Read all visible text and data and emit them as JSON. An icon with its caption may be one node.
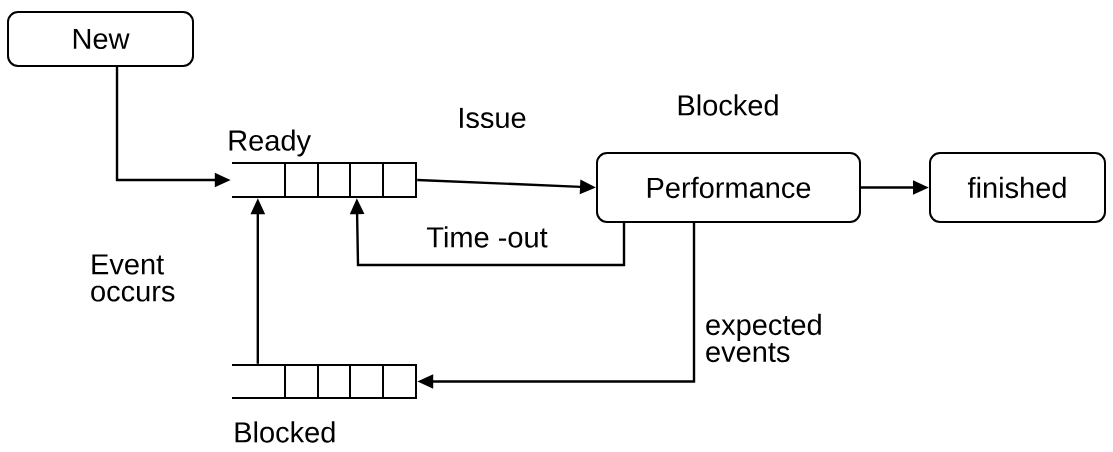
{
  "diagram": {
    "nodes": [
      {
        "text": [
          "New"
        ]
      },
      {
        "text": [
          "Ready"
        ]
      },
      {
        "text": [
          "Performance"
        ]
      },
      {
        "text": [
          "finished"
        ]
      },
      {
        "text": [
          "Blocked"
        ]
      }
    ],
    "edges": [
      {
        "from": 0,
        "to": 1,
        "arrow": "to"
      },
      {
        "from": 1,
        "to": 2,
        "arrow": "to",
        "label": "Issue"
      },
      {
        "from": 2,
        "to": 1,
        "arrow": "to",
        "label": "Time -out"
      },
      {
        "from": 2,
        "to": 3,
        "arrow": "to"
      },
      {
        "from": 2,
        "to": 4,
        "arrow": "to",
        "label": "expected events"
      },
      {
        "from": 4,
        "to": 1,
        "arrow": "to",
        "label": "Event occurs"
      }
    ],
    "labels": [
      "Blocked"
    ]
  }
}
